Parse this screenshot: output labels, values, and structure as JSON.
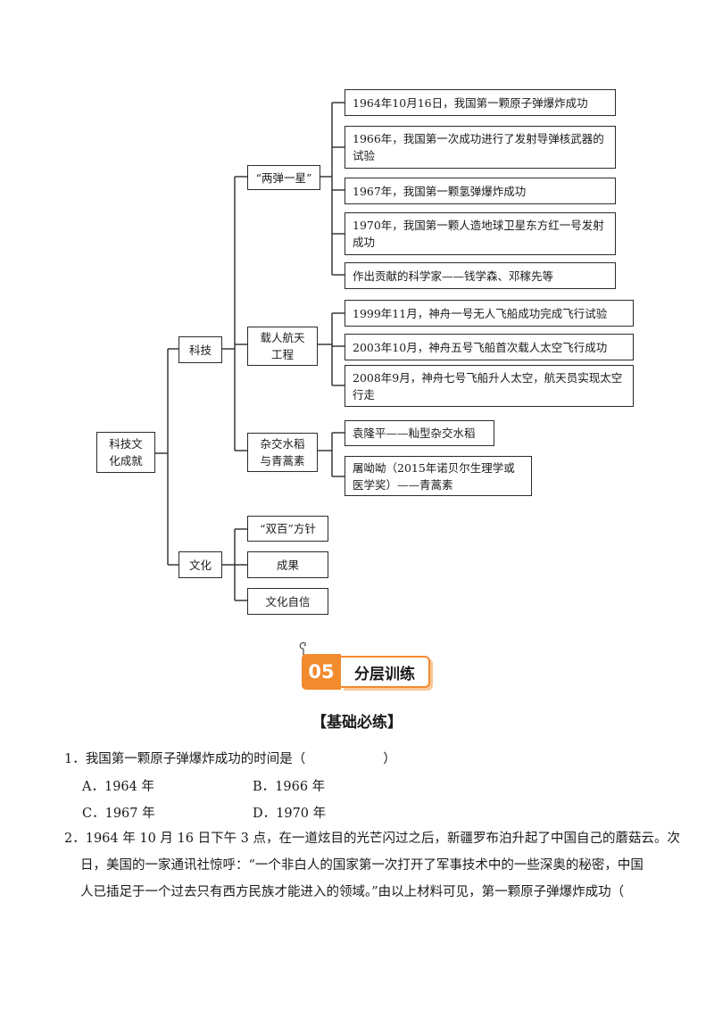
{
  "mindmap": {
    "root": "科技文化成就",
    "branch_tech": "科技",
    "branch_culture": "文化",
    "tech_groups": [
      {
        "label": "“两弹一星”",
        "items": [
          "1964年10月16日，我国第一颗原子弹爆炸成功",
          "1966年，我国第一次成功进行了发射导弹核武器的试验",
          "1967年，我国第一颗氢弹爆炸成功",
          "1970年，我国第一颗人造地球卫星东方红一号发射成功",
          "作出贡献的科学家——钱学森、邓稼先等"
        ]
      },
      {
        "label": "载人航天工程",
        "items": [
          "1999年11月，神舟一号无人飞船成功完成飞行试验",
          "2003年10月，神舟五号飞船首次载人太空飞行成功",
          "2008年9月，神舟七号飞船升人太空，航天员实现太空行走"
        ]
      },
      {
        "label": "杂交水稻与青蒿素",
        "items": [
          "袁隆平——籼型杂交水稻",
          "屠呦呦（2015年诺贝尔生理学或医学奖）——青蒿素"
        ]
      }
    ],
    "culture_items": [
      "“双百”方针",
      "成果",
      "文化自信"
    ]
  },
  "section": {
    "number": "05",
    "title": "分层训练",
    "heading": "【基础必练】"
  },
  "questions": [
    {
      "stem": "1．我国第一颗原子弹爆炸成功的时间是（　　　　　　）",
      "options": [
        "A．1964 年",
        "B．1966 年",
        "C．1967 年",
        "D．1970 年"
      ]
    },
    {
      "lines": [
        "2．1964 年 10 月 16 日下午 3 点，在一道炫目的光芒闪过之后，新疆罗布泊升起了中国自己的蘑菇云。次",
        "日，美国的一家通讯社惊呼：“一个非白人的国家第一次打开了军事技术中的一些深奥的秘密，中国",
        "人已插足于一个过去只有西方民族才能进入的领域。”由以上材料可见，第一颗原子弹爆炸成功（"
      ]
    }
  ]
}
